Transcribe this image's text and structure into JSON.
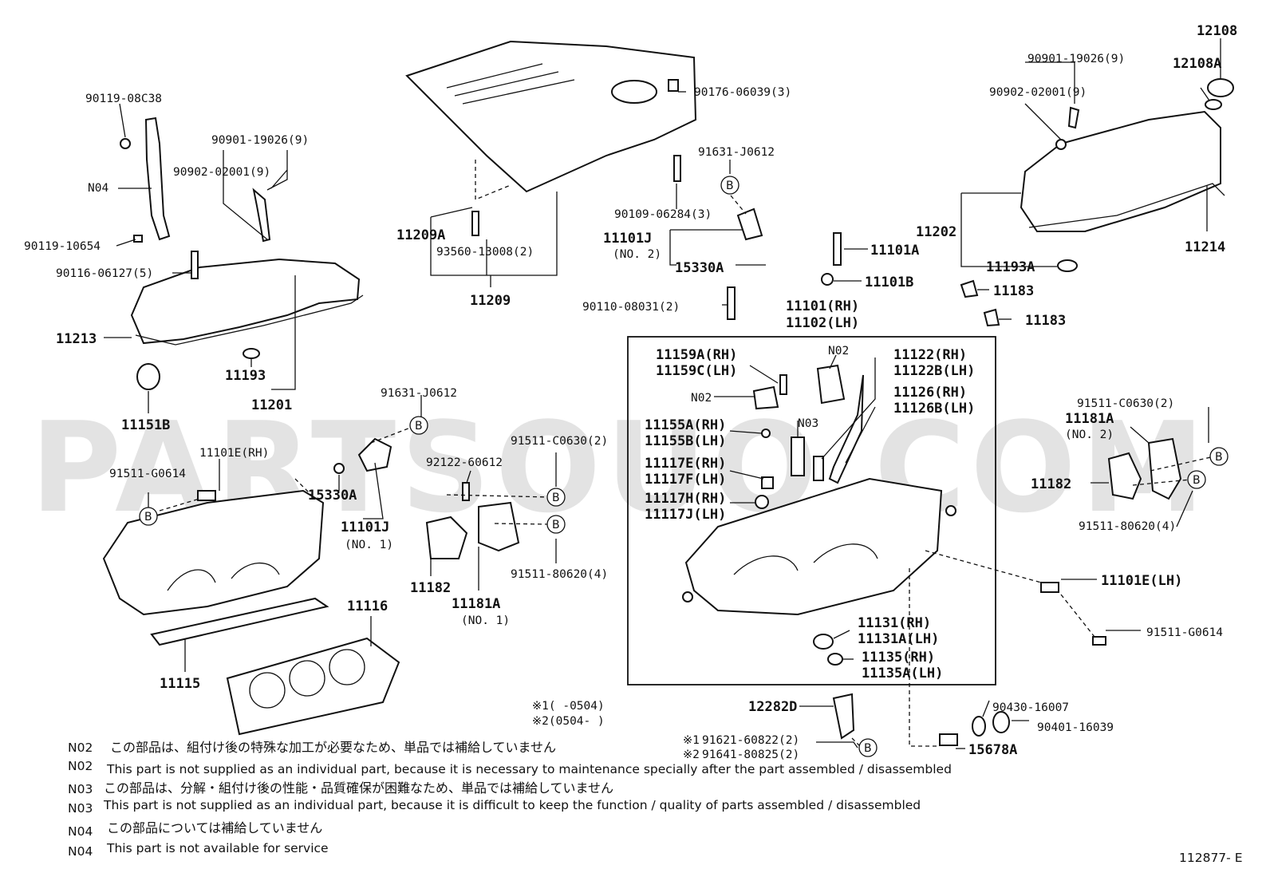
{
  "watermark": "PARTSOUQ.COM",
  "figure_code": "112877- E",
  "callout_ref": "B",
  "parts": {
    "p90119_08C38": "90119-08C38",
    "pN04": "N04",
    "p90119_10654": "90119-10654",
    "p90116_06127": "90116-06127(5)",
    "p11213": "11213",
    "p11151B": "11151B",
    "p90901_left": "90901-19026(9)",
    "p90902_left": "90902-02001(9)",
    "p11193": "11193",
    "p11201": "11201",
    "p91631_left": "91631-J0612",
    "p11101E_RH": "11101E(RH)",
    "p91511_G0614_left": "91511-G0614",
    "p15330A_left": "15330A",
    "p11101J_left": "11101J",
    "p11101J_left_sub": "(NO. 1)",
    "p11115": "11115",
    "p11116": "11116",
    "p92122": "92122-60612",
    "p91511_C0630_mid": "91511-C0630(2)",
    "p91511_80620_mid": "91511-80620(4)",
    "p11182_mid": "11182",
    "p11181A_mid": "11181A",
    "p11181A_mid_sub": "(NO. 1)",
    "p11209A": "11209A",
    "p93560": "93560-13008(2)",
    "p11209": "11209",
    "p90176": "90176-06039(3)",
    "p91631_mid": "91631-J0612",
    "p90109": "90109-06284(3)",
    "p11101J_mid": "11101J",
    "p11101J_mid_sub": "(NO. 2)",
    "p15330A_mid": "15330A",
    "p90110": "90110-08031(2)",
    "p11101A": "11101A",
    "p11101B": "11101B",
    "p11101_RH": "11101(RH)",
    "p11102_LH": "11102(LH)",
    "p11159A": "11159A(RH)",
    "p11159C": "11159C(LH)",
    "pN02_a": "N02",
    "pN02_b": "N02",
    "pN03": "N03",
    "p11122": "11122(RH)",
    "p11122B": "11122B(LH)",
    "p11126": "11126(RH)",
    "p11126B": "11126B(LH)",
    "p11155A": "11155A(RH)",
    "p11155B": "11155B(LH)",
    "p11117E": "11117E(RH)",
    "p11117F": "11117F(LH)",
    "p11117H": "11117H(RH)",
    "p11117J": "11117J(LH)",
    "p11131": "11131(RH)",
    "p11131A": "11131A(LH)",
    "p11135": "11135(RH)",
    "p11135A": "11135A(LH)",
    "p12282D": "12282D",
    "p91621": "91621-60822(2)",
    "p91641": "91641-80825(2)",
    "mark1": "※1",
    "mark2": "※2",
    "date1": "※1(      -0504)",
    "date2": "※2(0504-      )",
    "p15678A": "15678A",
    "p90430": "90430-16007",
    "p90401": "90401-16039",
    "p90901_right": "90901-19026(9)",
    "p90902_right": "90902-02001(9)",
    "p12108": "12108",
    "p12108A": "12108A",
    "p11202": "11202",
    "p11214": "11214",
    "p11193A": "11193A",
    "p11183_a": "11183",
    "p11183_b": "11183",
    "p91511_C0630_right": "91511-C0630(2)",
    "p11181A_right": "11181A",
    "p11181A_right_sub": "(NO. 2)",
    "p11182_right": "11182",
    "p91511_80620_right": "91511-80620(4)",
    "p11101E_LH": "11101E(LH)",
    "p91511_G0614_right": "91511-G0614"
  },
  "notes": [
    {
      "code": "N02",
      "text": "この部品は、組付け後の特殊な加工が必要なため、単品では補給していません"
    },
    {
      "code": "N02",
      "text": "This part is not supplied as an individual part, because it is necessary to maintenance specially after the part assembled / disassembled"
    },
    {
      "code": "N03",
      "text": "この部品は、分解・組付け後の性能・品質確保が困難なため、単品では補給していません"
    },
    {
      "code": "N03",
      "text": "This part is not supplied as an individual part, because it is difficult to keep the function / quality of parts  assembled / disassembled"
    },
    {
      "code": "N04",
      "text": "この部品については補給していません"
    },
    {
      "code": "N04",
      "text": "This part is not available for service"
    }
  ]
}
